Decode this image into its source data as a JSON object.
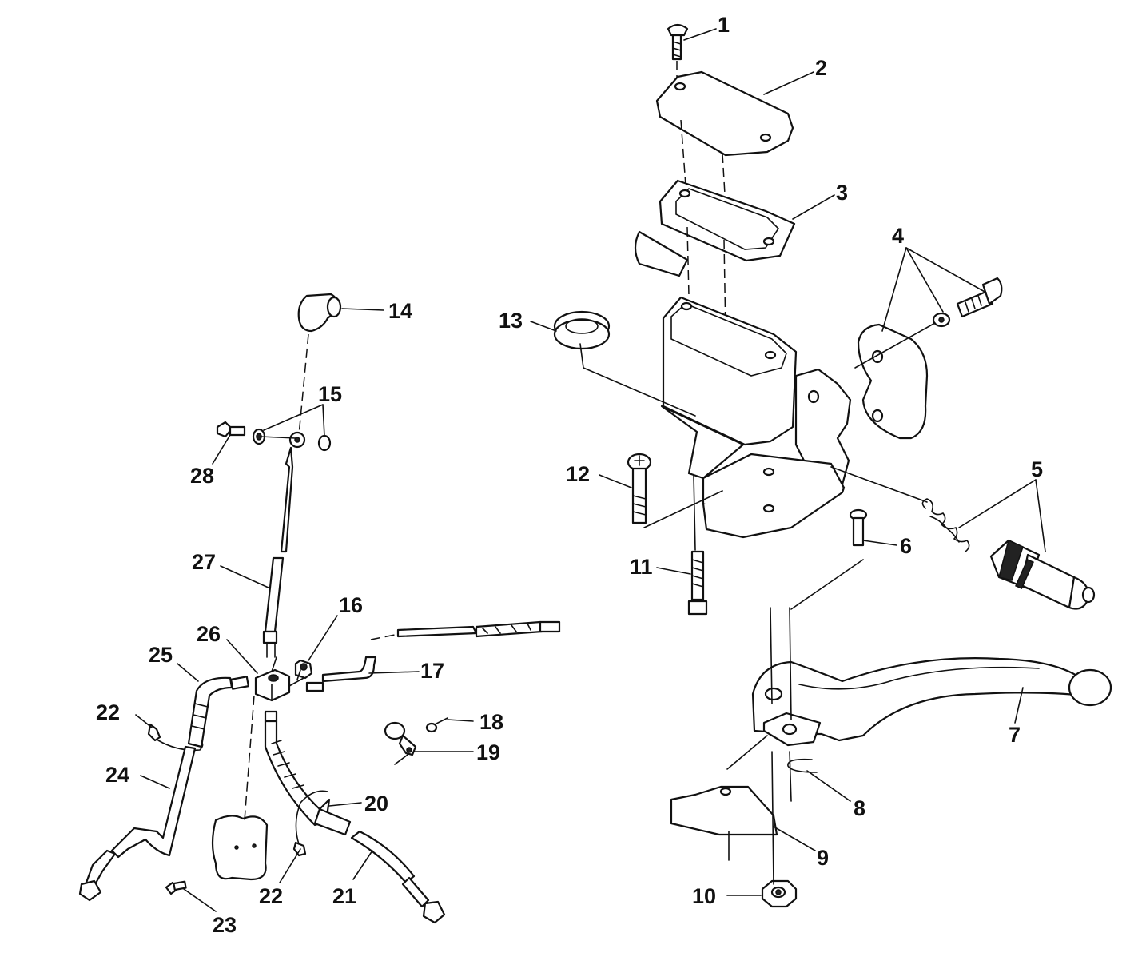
{
  "callouts": [
    {
      "label": "1"
    },
    {
      "label": "2"
    },
    {
      "label": "3"
    },
    {
      "label": "4"
    },
    {
      "label": "5"
    },
    {
      "label": "6"
    },
    {
      "label": "7"
    },
    {
      "label": "8"
    },
    {
      "label": "9"
    },
    {
      "label": "10"
    },
    {
      "label": "11"
    },
    {
      "label": "12"
    },
    {
      "label": "13"
    },
    {
      "label": "14"
    },
    {
      "label": "15"
    },
    {
      "label": "16"
    },
    {
      "label": "17"
    },
    {
      "label": "18"
    },
    {
      "label": "19"
    },
    {
      "label": "20"
    },
    {
      "label": "21"
    },
    {
      "label": "22"
    },
    {
      "label": "22"
    },
    {
      "label": "23"
    },
    {
      "label": "24"
    },
    {
      "label": "25"
    },
    {
      "label": "26"
    },
    {
      "label": "27"
    },
    {
      "label": "28"
    }
  ]
}
